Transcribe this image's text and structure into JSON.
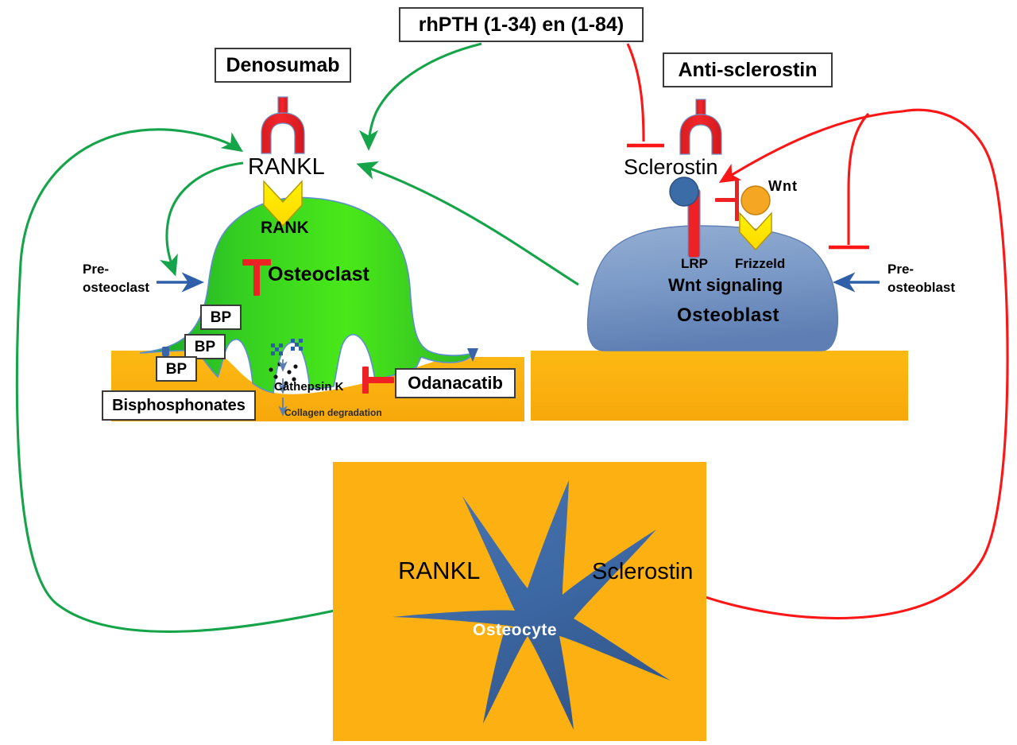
{
  "figure": {
    "title": "Bone remodeling drug targets diagram",
    "colors": {
      "green_arrow": "#16a44a",
      "red_arrow": "#fc1616",
      "blue_arrow": "#2f5fa8",
      "bone_orange": "#fcb012",
      "osteoclast_green_light": "#4ce618",
      "osteoclast_green_dark": "#159e2e",
      "osteoblast_blue": "#7896c4",
      "osteocyte_blue": "#3f6aa8",
      "sclerostin_blue": "#3c6ca8",
      "wnt_orange": "#f5a623",
      "receptor_yellow": "#ffe600",
      "antibody_red": "#ec1c24",
      "box_border": "#3b3b3b"
    }
  },
  "drug_boxes": [
    {
      "id": "denosumab",
      "label": "Denosumab"
    },
    {
      "id": "rhpth",
      "label": "rhPTH (1-34) en (1-84)"
    },
    {
      "id": "anti_sclerostin",
      "label": "Anti-sclerostin"
    },
    {
      "id": "odanacatib",
      "label": "Odanacatib"
    },
    {
      "id": "bisphosphonates",
      "label": "Bisphosphonates"
    },
    {
      "id": "bp1",
      "label": "BP"
    },
    {
      "id": "bp2",
      "label": "BP"
    },
    {
      "id": "bp3",
      "label": "BP"
    }
  ],
  "osteoclast_panel": {
    "ligand_label": "RANKL",
    "receptor_label": "RANK",
    "cell_label": "Osteoclast",
    "precursor_label_line1": "Pre-",
    "precursor_label_line2": "osteoclast",
    "enzyme_label": "Cathepsin K",
    "degradation_label": "Collagen degradation"
  },
  "osteoblast_panel": {
    "inhibitor_label": "Sclerostin",
    "wnt_label": "Wnt",
    "lrp_label": "LRP",
    "frizzled_label": "Frizzeld",
    "pathway_label": "Wnt signaling",
    "cell_label": "Osteoblast",
    "precursor_label_line1": "Pre-",
    "precursor_label_line2": "osteoblast"
  },
  "osteocyte_panel": {
    "cell_label": "Osteocyte",
    "left_signal_label": "RANKL",
    "right_signal_label": "Sclerostin"
  }
}
